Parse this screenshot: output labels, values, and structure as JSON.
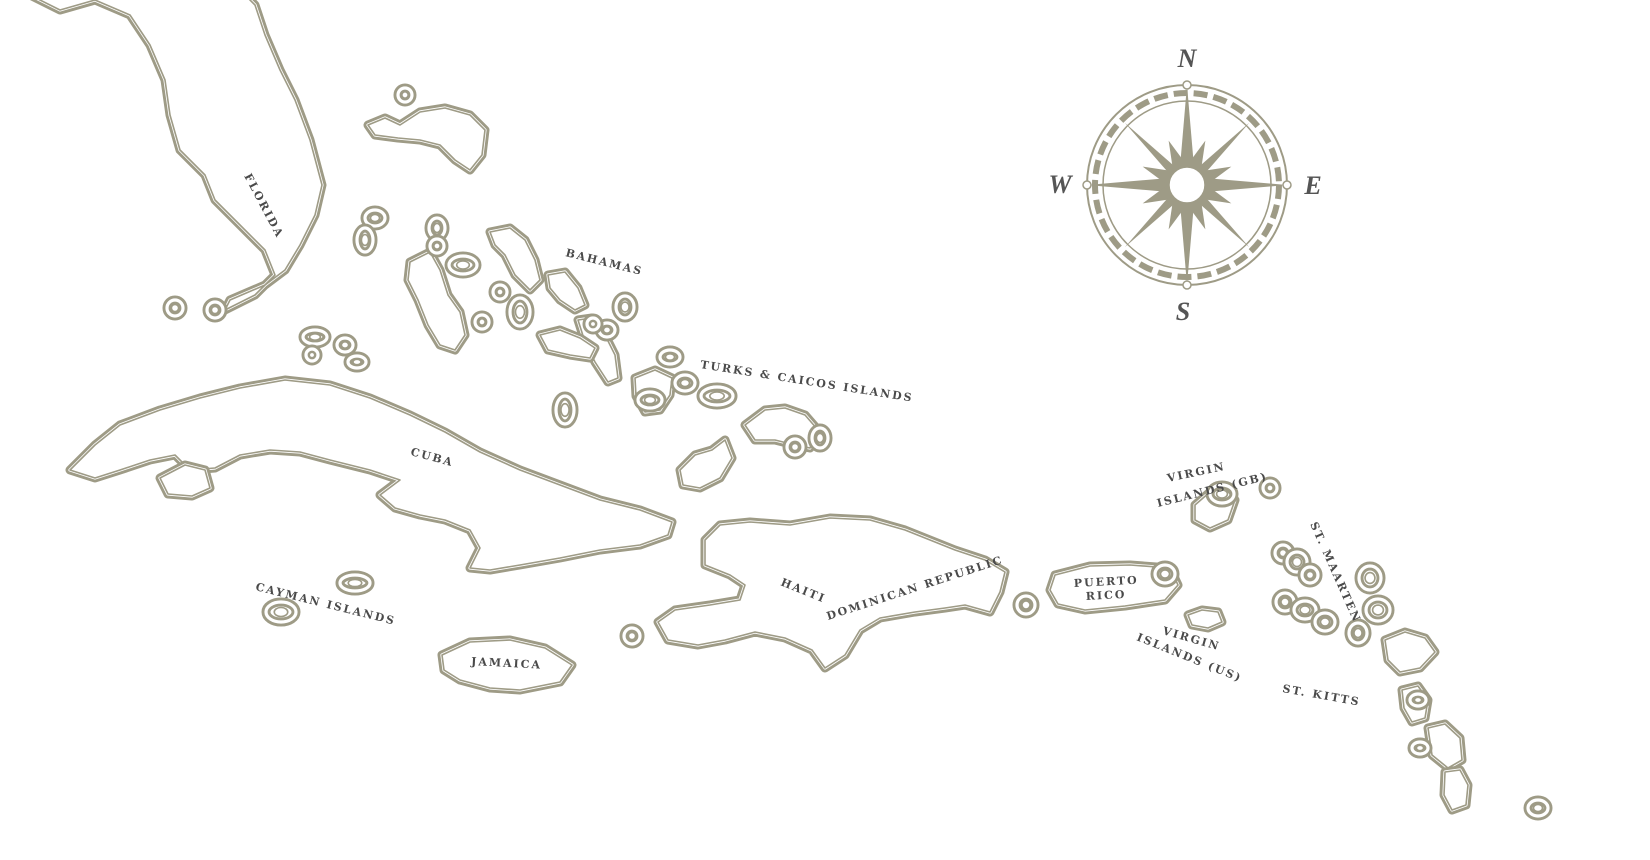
{
  "colors": {
    "land": "#9e9b86",
    "ink": "#4a4a4a",
    "background": "#ffffff"
  },
  "labels": {
    "florida": "FLORIDA",
    "bahamas": "BAHAMAS",
    "turks_caicos": "TURKS & CAICOS ISLANDS",
    "cuba": "CUBA",
    "cayman": "CAYMAN ISLANDS",
    "jamaica": "JAMAICA",
    "haiti": "HAITI",
    "dominican_republic": "DOMINICAN REPUBLIC",
    "puerto_rico_1": "PUERTO",
    "puerto_rico_2": "RICO",
    "virgin_gb_1": "VIRGIN",
    "virgin_gb_2": "ISLANDS (GB)",
    "virgin_us_1": "VIRGIN",
    "virgin_us_2": "ISLANDS (US)",
    "st_maarten": "ST. MAARTEN",
    "st_kitts": "ST. KITTS"
  },
  "compass": {
    "north": "N",
    "south": "S",
    "east": "E",
    "west": "W",
    "icon": "compass-rose-icon"
  }
}
